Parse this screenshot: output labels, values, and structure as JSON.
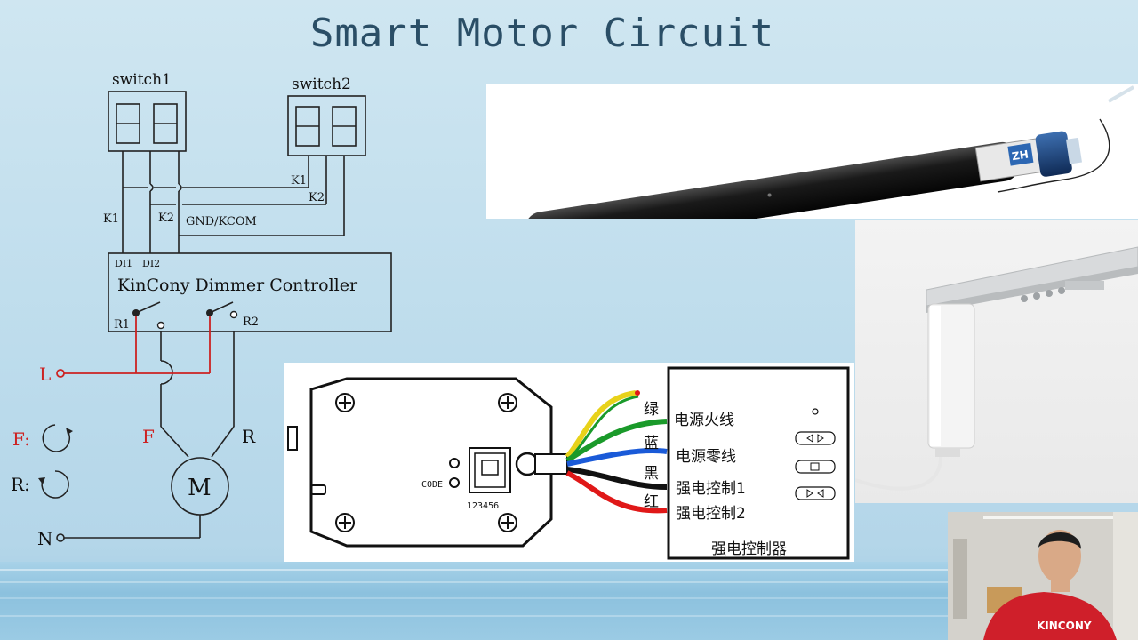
{
  "title": "Smart Motor Circuit",
  "circuit": {
    "switch1_label": "switch1",
    "switch2_label": "switch2",
    "k1_left": "K1",
    "k2_left": "K2",
    "gnd_label": "GND/KCOM",
    "k1_right": "K1",
    "k2_right": "K2",
    "di1": "DI1",
    "di2": "DI2",
    "controller_label": "KinCony Dimmer Controller",
    "r1": "R1",
    "r2": "R2",
    "line_label": "L",
    "neutral_label": "N",
    "forward_label": "F",
    "reverse_label": "R",
    "motor_label": "M",
    "legend_forward": "F:",
    "legend_reverse": "R:"
  },
  "module": {
    "wire_green": "绿",
    "wire_blue": "蓝",
    "wire_black": "黑",
    "wire_red": "红",
    "live_wire": "电源火线",
    "neutral_wire": "电源零线",
    "control1": "强电控制1",
    "control2": "强电控制2",
    "controller_name": "强电控制器",
    "code_label": "CODE",
    "port_numbers": "123456"
  },
  "photos": {
    "motor_brand": "ZH",
    "webcam_shirt_text": "KINCONY"
  },
  "colors": {
    "title": "#2a4e66",
    "line_wire": "#cc2222",
    "circuit_stroke": "#222222",
    "wire_green": "#1a9a2a",
    "wire_yellow": "#e8d21a",
    "wire_blue": "#1a5ad8",
    "wire_red": "#e01818",
    "hoodie": "#cf1f2a"
  }
}
